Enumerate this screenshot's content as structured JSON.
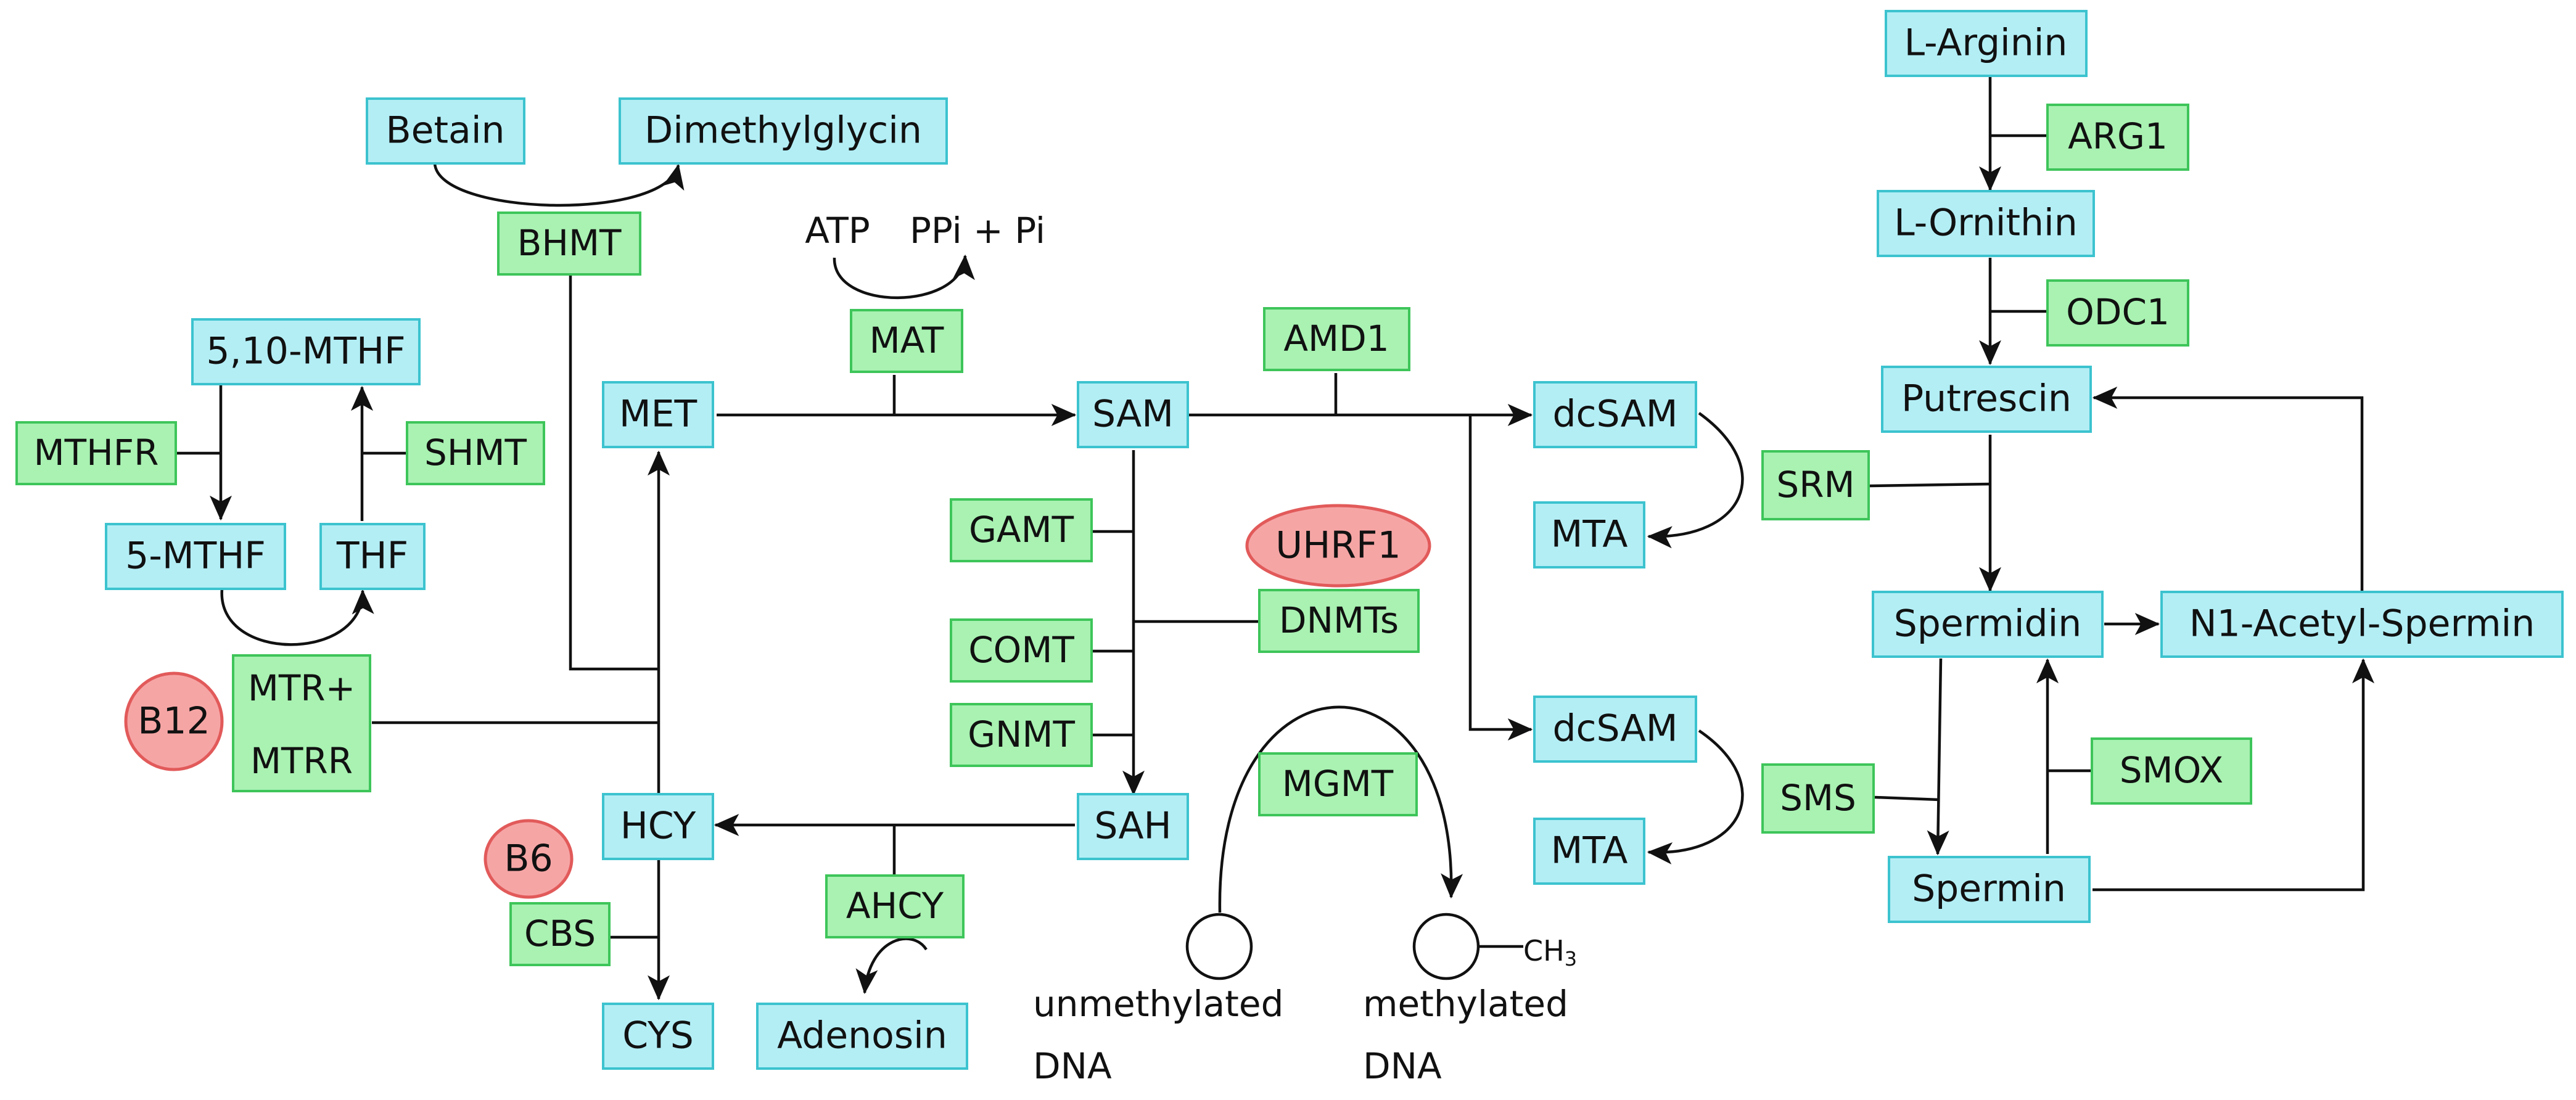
{
  "molecules": {
    "betain": "Betain",
    "dimethylglycin": "Dimethylglycin",
    "mthf510": "5,10-MTHF",
    "mthf5": "5-MTHF",
    "thf": "THF",
    "met": "MET",
    "sam": "SAM",
    "sah": "SAH",
    "hcy": "HCY",
    "cys": "CYS",
    "adenosin": "Adenosin",
    "dcsam1": "dcSAM",
    "dcsam2": "dcSAM",
    "mta1": "MTA",
    "mta2": "MTA",
    "larginin": "L-Arginin",
    "lornithin": "L-Ornithin",
    "putrescin": "Putrescin",
    "spermidin": "Spermidin",
    "spermin": "Spermin",
    "acetylspermin": "N1-Acetyl-Spermin"
  },
  "enzymes": {
    "bhmt": "BHMT",
    "mthfr": "MTHFR",
    "shmt": "SHMT",
    "mtr_line1": "MTR+",
    "mtr_line2": "MTRR",
    "cbs": "CBS",
    "mat": "MAT",
    "amd1": "AMD1",
    "gamt": "GAMT",
    "comt": "COMT",
    "gnmt": "GNMT",
    "ahcy": "AHCY",
    "dnmts": "DNMTs",
    "mgmt": "MGMT",
    "srm": "SRM",
    "sms": "SMS",
    "arg1": "ARG1",
    "odc1": "ODC1",
    "smox": "SMOX"
  },
  "cofactors": {
    "b12": "B12",
    "b6": "B6",
    "uhrf1": "UHRF1"
  },
  "labels": {
    "atp": "ATP",
    "ppi": "PPi + Pi",
    "unmeth_line1": "unmethylated",
    "unmeth_line2": "DNA",
    "meth_line1": "methylated",
    "meth_line2": "DNA",
    "ch3": "CH",
    "ch3_sub": "3"
  },
  "colors": {
    "molecule_fill": "#b3eef5",
    "molecule_border": "#3cc3cf",
    "enzyme_fill": "#a9f2b2",
    "enzyme_border": "#3ec55a",
    "cofactor_fill": "#f6a5a5",
    "cofactor_border": "#e25a5a"
  }
}
